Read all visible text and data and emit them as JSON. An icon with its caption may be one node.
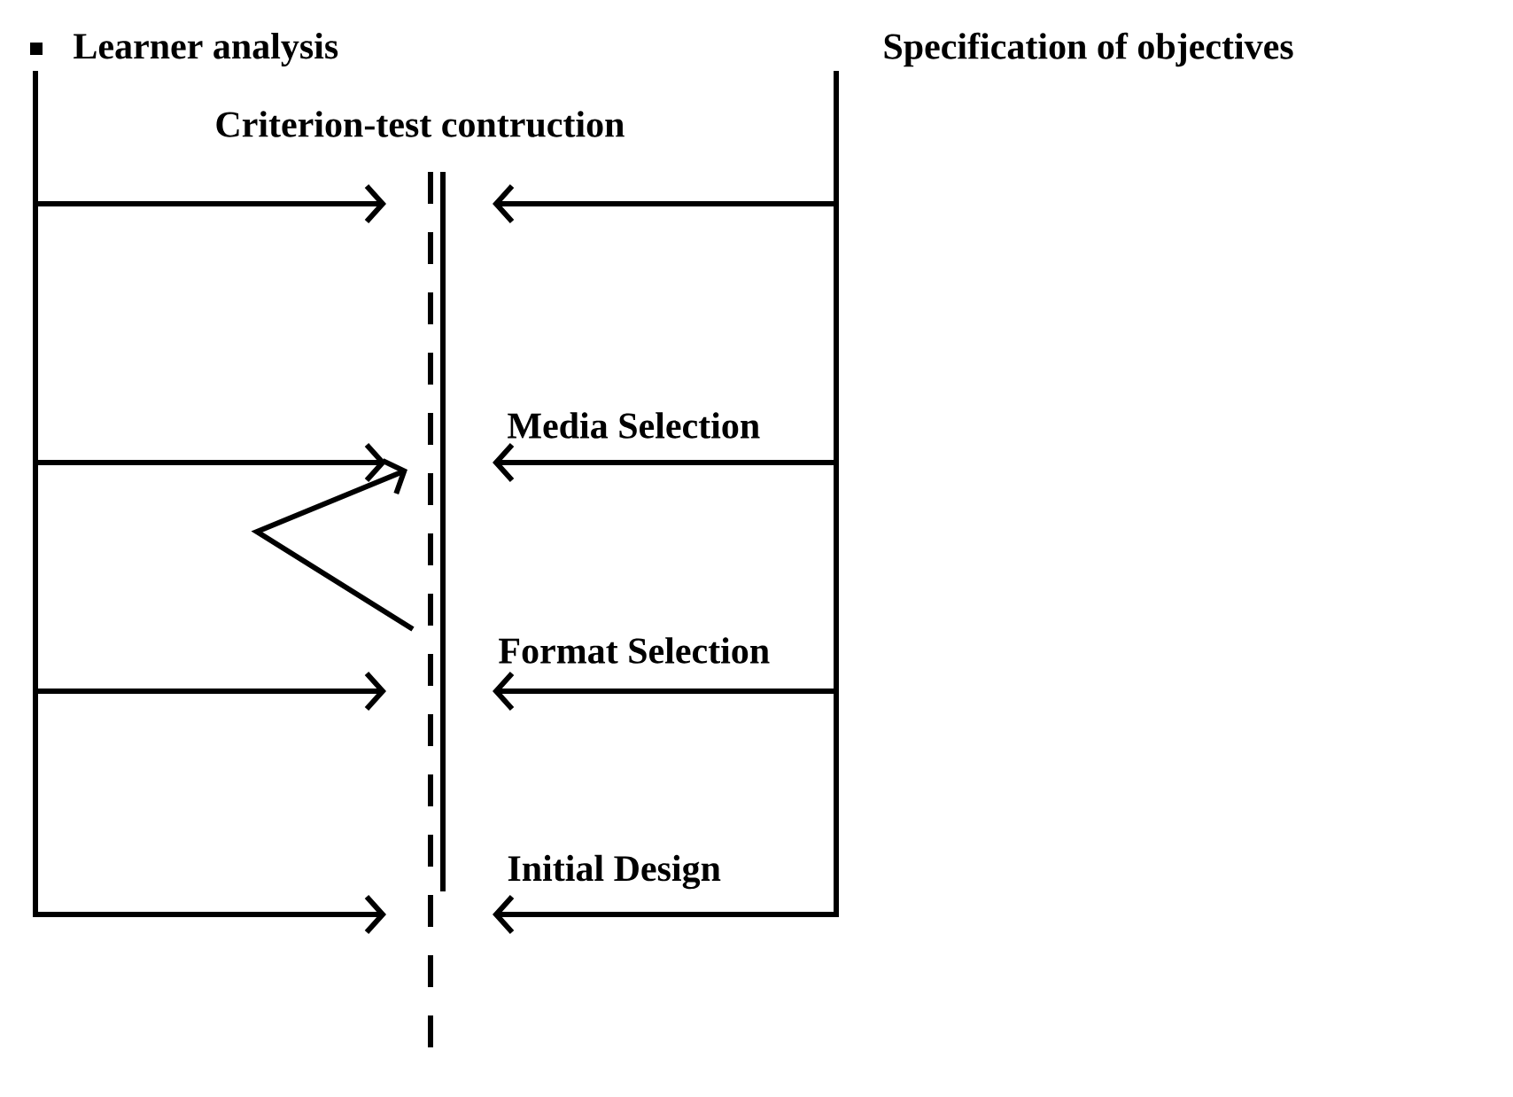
{
  "diagram": {
    "nodes": [
      {
        "text": [
          "Learner analysis"
        ]
      },
      {
        "text": [
          "Specification of objectives"
        ]
      },
      {
        "text": [
          "Criterion-test contruction"
        ]
      },
      {
        "text": [
          "Media Selection"
        ]
      },
      {
        "text": [
          "Format Selection"
        ]
      },
      {
        "text": [
          "Initial Design"
        ]
      }
    ],
    "edges": [
      {
        "from": 0,
        "to": 2,
        "arrow": "to"
      },
      {
        "from": 0,
        "to": 3,
        "arrow": "to"
      },
      {
        "from": 0,
        "to": 4,
        "arrow": "to"
      },
      {
        "from": 0,
        "to": 5,
        "arrow": "to"
      },
      {
        "from": 1,
        "to": 2,
        "arrow": "to"
      },
      {
        "from": 1,
        "to": 3,
        "arrow": "to"
      },
      {
        "from": 1,
        "to": 4,
        "arrow": "to"
      },
      {
        "from": 1,
        "to": 5,
        "arrow": "to"
      },
      {
        "from": 4,
        "to": 3,
        "arrow": "to"
      }
    ]
  }
}
